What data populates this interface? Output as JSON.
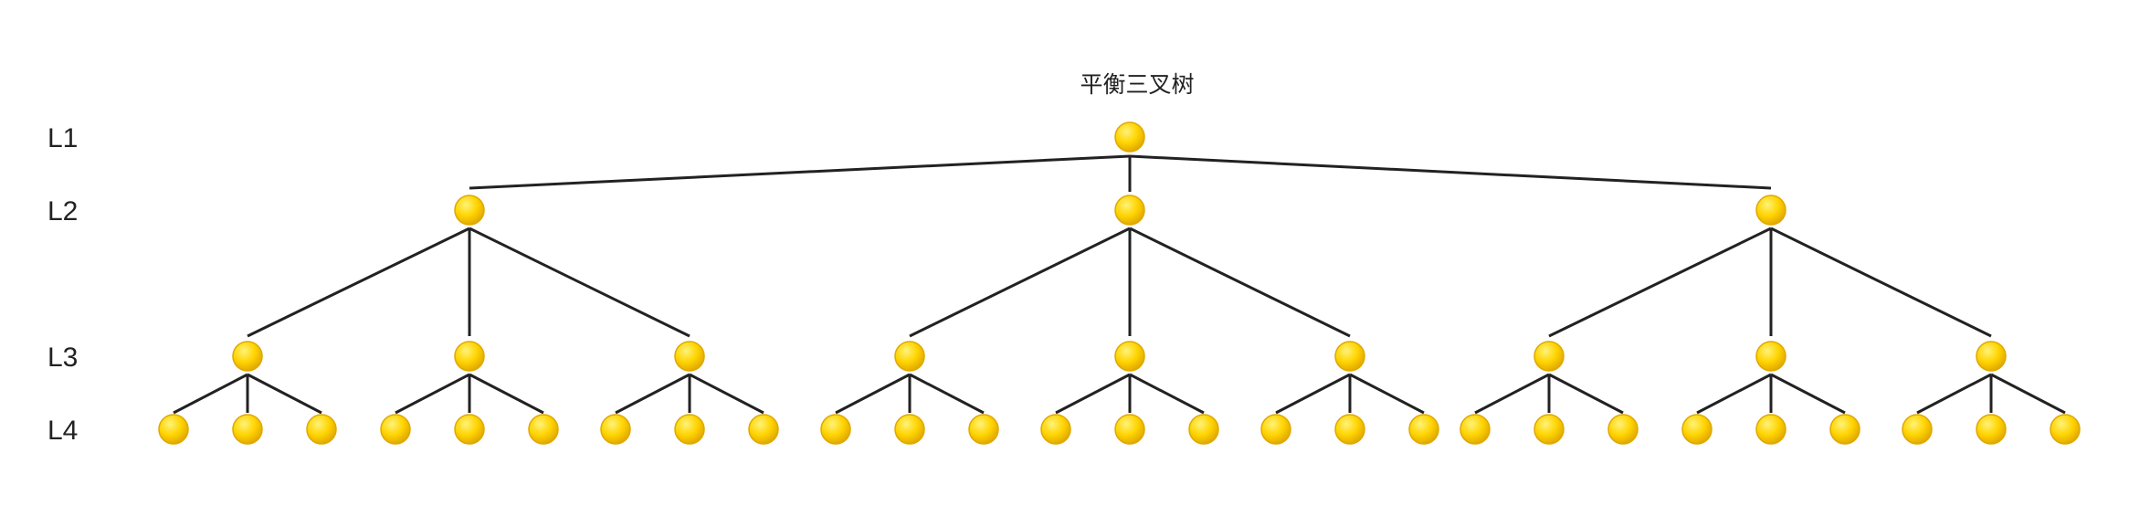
{
  "title": "平衡三叉树",
  "levels": [
    "L1",
    "L2",
    "L3",
    "L4"
  ],
  "tree": {
    "branching": 3,
    "depth": 4
  },
  "colors": {
    "node_fill": "#ffd400",
    "node_highlight": "#fff27a",
    "node_stroke": "#e0a800",
    "edge": "#222222",
    "text": "#222222"
  }
}
